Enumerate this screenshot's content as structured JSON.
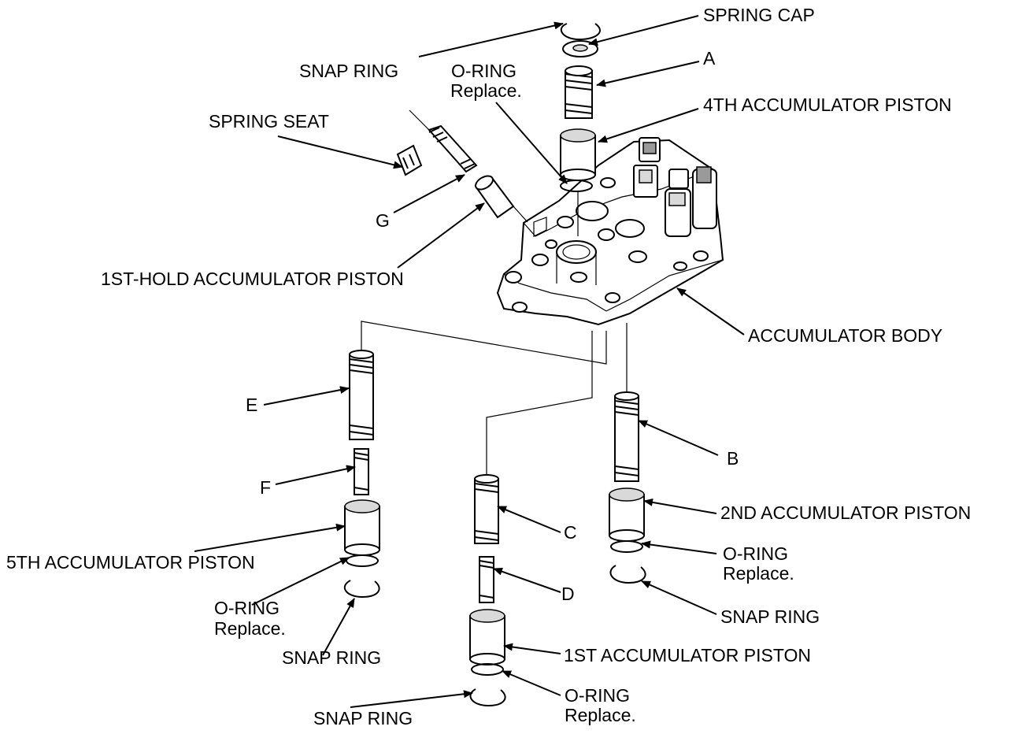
{
  "labels": {
    "spring_cap": "SPRING CAP",
    "snap_ring_top": "SNAP RING",
    "a": "A",
    "o_ring_top": "O-RING",
    "replace_top": "Replace.",
    "fourth_piston": "4TH ACCUMULATOR PISTON",
    "spring_seat": "SPRING SEAT",
    "g": "G",
    "first_hold_piston": "1ST-HOLD ACCUMULATOR PISTON",
    "accumulator_body": "ACCUMULATOR BODY",
    "e": "E",
    "f": "F",
    "fifth_piston": "5TH ACCUMULATOR PISTON",
    "o_ring_5th": "O-RING",
    "replace_5th": "Replace.",
    "snap_ring_5th": "SNAP RING",
    "b": "B",
    "second_piston": "2ND ACCUMULATOR PISTON",
    "o_ring_2nd": "O-RING",
    "replace_2nd": "Replace.",
    "snap_ring_2nd": "SNAP RING",
    "c": "C",
    "d": "D",
    "first_piston": "1ST ACCUMULATOR PISTON",
    "o_ring_1st": "O-RING",
    "replace_1st": "Replace.",
    "snap_ring_1st": "SNAP RING"
  }
}
